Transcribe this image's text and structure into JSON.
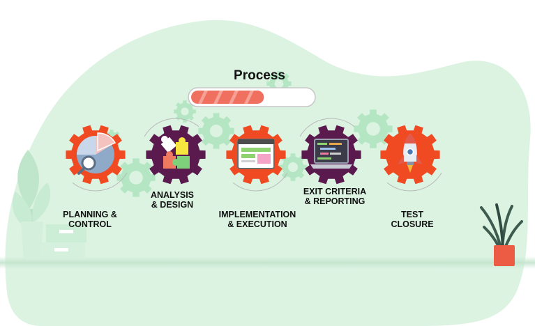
{
  "title": "Process",
  "progress": 0.6,
  "steps": [
    {
      "lines": [
        "PLANNING &",
        "CONTROL"
      ],
      "gear_color": "#f04a23",
      "icon": "pie-chart-magnifier-icon"
    },
    {
      "lines": [
        "ANALYSIS",
        "& DESIGN"
      ],
      "gear_color": "#5b1a4e",
      "icon": "puzzle-pieces-icon"
    },
    {
      "lines": [
        "IMPLEMENTATION",
        "& EXECUTION"
      ],
      "gear_color": "#f04a23",
      "icon": "browser-window-icon"
    },
    {
      "lines": [
        "EXIT CRITERIA",
        "& REPORTING"
      ],
      "gear_color": "#5b1a4e",
      "icon": "code-laptop-icon"
    },
    {
      "lines": [
        "TEST",
        "CLOSURE"
      ],
      "gear_color": "#f04a23",
      "icon": "rocket-icon"
    }
  ],
  "colors": {
    "background_blob": "#dcf3e2",
    "accent_green": "#b4e6c3",
    "progress_fill": "#f07060",
    "pot": "#ec5b43"
  }
}
